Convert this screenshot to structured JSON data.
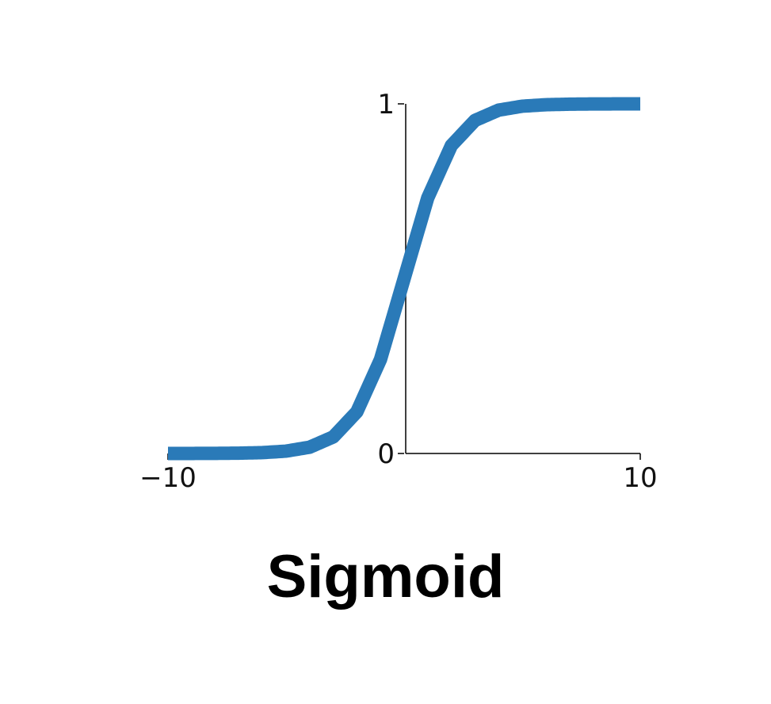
{
  "chart_data": {
    "type": "line",
    "title": "Sigmoid",
    "xlabel": "",
    "ylabel": "",
    "xlim": [
      -10,
      10
    ],
    "ylim": [
      0,
      1
    ],
    "grid": false,
    "x_ticks": [
      {
        "value": -10,
        "label": "−10"
      },
      {
        "value": 10,
        "label": "10"
      }
    ],
    "y_ticks": [
      {
        "value": 0,
        "label": "0"
      },
      {
        "value": 1,
        "label": "1"
      }
    ],
    "series": [
      {
        "color": "#2a7ab8",
        "x": [
          -10,
          -9,
          -8,
          -7,
          -6,
          -5,
          -4,
          -3,
          -2,
          -1,
          0,
          1,
          2,
          3,
          4,
          5,
          6,
          7,
          8,
          9,
          10
        ],
        "y": [
          5e-05,
          0.00012,
          0.00034,
          0.00091,
          0.00247,
          0.00669,
          0.018,
          0.0474,
          0.1192,
          0.2689,
          0.5,
          0.7311,
          0.8808,
          0.9526,
          0.982,
          0.9933,
          0.9975,
          0.9991,
          0.9997,
          0.9999,
          1.0
        ]
      }
    ]
  }
}
